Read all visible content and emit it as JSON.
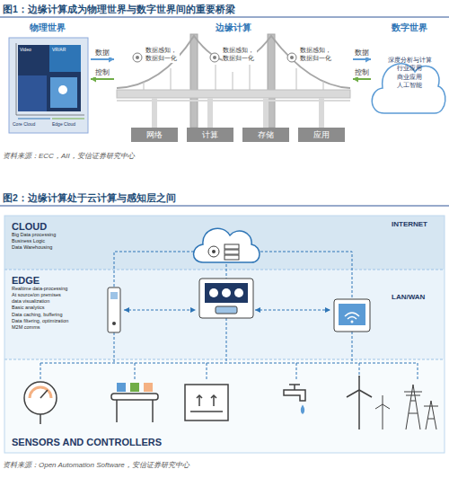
{
  "diagram": {
    "nodes": [
      {
        "text": [
          "物理世界"
        ]
      },
      {
        "text": [
          "边缘计算"
        ]
      },
      {
        "text": [
          "数据感知，数据归一化"
        ],
        "in": 1
      },
      {
        "text": [
          "数据感知，数据归一化"
        ],
        "in": 1
      },
      {
        "text": [
          "数据感知，数据归一化"
        ],
        "in": 1
      },
      {
        "text": [
          "网络"
        ],
        "in": 1
      },
      {
        "text": [
          "计算"
        ],
        "in": 1
      },
      {
        "text": [
          "存储"
        ],
        "in": 1
      },
      {
        "text": [
          "应用"
        ],
        "in": 1
      },
      {
        "text": [
          "数字世界",
          "深度分析与计算 行业应用 商业应用 人工智能"
        ]
      },
      {
        "text": [
          "CLOUD",
          "Big Data processing",
          "Business Logic",
          "Data Warehousing"
        ]
      },
      {
        "text": [
          "EDGE",
          "Realtime data-processing",
          "At source/on premises",
          "data visualization",
          "Basic analytics",
          "Data caching, buffering",
          "Data filtering, optimization",
          "M2M comms"
        ]
      },
      {
        "text": [
          "SENSORS AND CONTROLLERS"
        ]
      }
    ],
    "edges": [
      {
        "from": 0,
        "to": 1,
        "label": "数据",
        "arrow": "to"
      },
      {
        "from": 1,
        "to": 0,
        "label": "控制",
        "arrow": "to"
      },
      {
        "from": 1,
        "to": 9,
        "label": "数据",
        "arrow": "to"
      },
      {
        "from": 9,
        "to": 1,
        "label": "控制",
        "arrow": "to"
      }
    ],
    "labels": [
      "图1：边缘计算成为物理世界与数字世界间的重要桥梁",
      "资料来源：ECC，AII，安信证券研究中心",
      "图2：边缘计算处于云计算与感知层之间",
      "资料来源：Open Automation Software，安信证券研究中心",
      "INTERNET",
      "LAN/WAN",
      "Video",
      "VR/AR",
      "Core Cloud",
      "Edge Cloud"
    ]
  }
}
